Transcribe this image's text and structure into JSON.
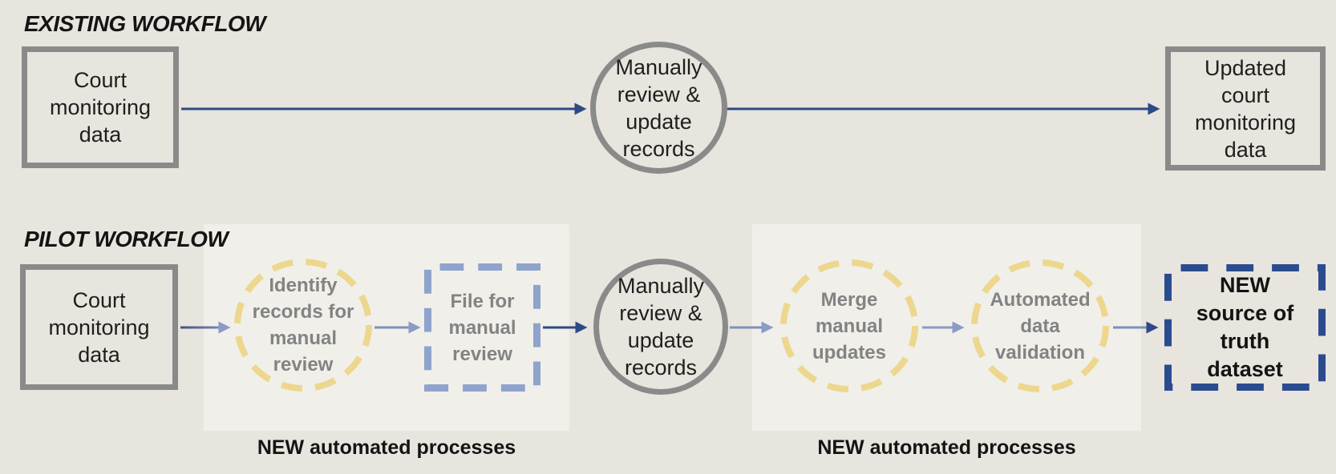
{
  "colors": {
    "background": "#e8e5de",
    "panel": "#f0efea",
    "shape_border_gray": "#8a8a8a",
    "muted_label_gray": "#838383",
    "yellow_dash": "#edd78e",
    "periwinkle_dash": "#8fa3cc",
    "navy_dash": "#2b4b8f",
    "navy_arrow": "#2e4a86",
    "light_arrow": "#8a9bc6",
    "text_black": "#1f1f1f"
  },
  "existing": {
    "title": "EXISTING WORKFLOW",
    "court_data_label": "Court\nmonitoring\ndata",
    "manual_review_label": "Manually\nreview &\nupdate\nrecords",
    "updated_data_label": "Updated\ncourt\nmonitoring\ndata"
  },
  "pilot": {
    "title": "PILOT WORKFLOW",
    "court_data_label": "Court\nmonitoring\ndata",
    "identify_records_label": "Identify\nrecords for\nmanual\nreview",
    "file_for_review_label": "File for\nmanual\nreview",
    "manual_review_label": "Manually\nreview &\nupdate\nrecords",
    "merge_updates_label": "Merge\nmanual\nupdates",
    "automated_validation_label": "Automated\ndata\nvalidation",
    "new_source_label": "NEW\nsource of\ntruth\ndataset",
    "panel_label_left": "NEW automated processes",
    "panel_label_right": "NEW automated processes"
  }
}
